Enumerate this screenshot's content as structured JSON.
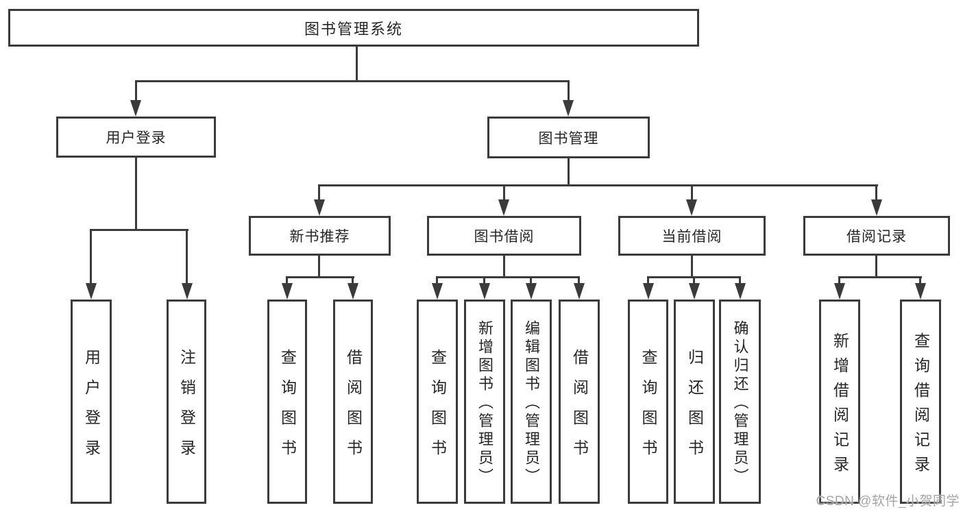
{
  "colors": {
    "line": "#3b3b3b",
    "text": "#262626",
    "background": "#ffffff",
    "watermark": "#a4a4a4"
  },
  "watermark": "CSDN @软件_小贺同学",
  "tree": {
    "root": "图书管理系统",
    "branches": [
      {
        "label": "用户登录",
        "leaves": [
          "用户登录",
          "注销登录"
        ]
      },
      {
        "label": "图书管理",
        "groups": [
          {
            "label": "新书推荐",
            "leaves": [
              "查询图书",
              "借阅图书"
            ]
          },
          {
            "label": "图书借阅",
            "leaves": [
              "查询图书",
              "新增图书（管理员）",
              "编辑图书（管理员）",
              "借阅图书"
            ]
          },
          {
            "label": "当前借阅",
            "leaves": [
              "查询图书",
              "归还图书",
              "确认归还（管理员）"
            ]
          },
          {
            "label": "借阅记录",
            "leaves": [
              "新增借阅记录",
              "查询借阅记录"
            ]
          }
        ]
      }
    ]
  }
}
